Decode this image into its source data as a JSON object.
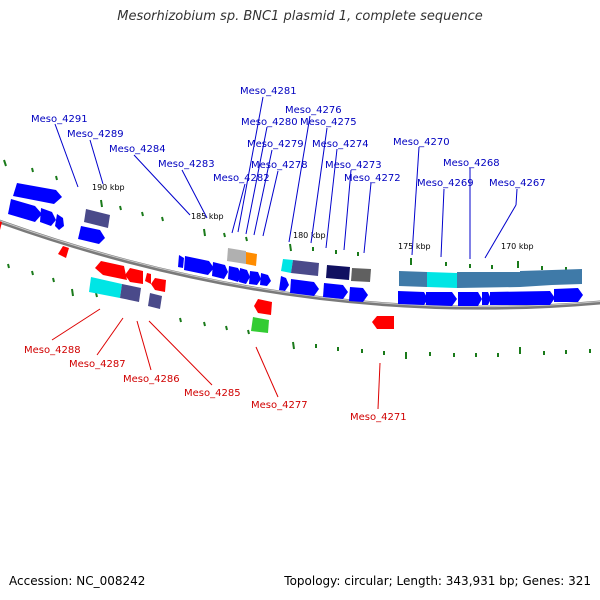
{
  "title": "Mesorhizobium sp. BNC1 plasmid 1, complete sequence",
  "footer": {
    "accession": "Accession: NC_008242",
    "summary": "Topology: circular; Length: 343,931 bp; Genes: 321"
  },
  "colors": {
    "forward_label": "#0000c0",
    "reverse_label": "#d00000",
    "backbone": "#808080",
    "tick": "#1a7a1a",
    "gene_blue": "#0000ff",
    "gene_red": "#ff0000",
    "gene_cyan": "#00e5e5",
    "gene_slate": "#4a4a8a",
    "gene_steel": "#3f7aa8",
    "gene_orange": "#ff8c00",
    "gene_green": "#33cc33",
    "gene_gray": "#b0b0b0"
  },
  "scale_labels": [
    "190 kbp",
    "185 kbp",
    "180 kbp",
    "175 kbp",
    "170 kbp"
  ],
  "forward_genes": [
    "Meso_4291",
    "Meso_4289",
    "Meso_4284",
    "Meso_4283",
    "Meso_4282",
    "Meso_4281",
    "Meso_4280",
    "Meso_4279",
    "Meso_4278",
    "Meso_4276",
    "Meso_4275",
    "Meso_4274",
    "Meso_4273",
    "Meso_4272",
    "Meso_4270",
    "Meso_4269",
    "Meso_4268",
    "Meso_4267"
  ],
  "reverse_genes": [
    "Meso_4288",
    "Meso_4287",
    "Meso_4286",
    "Meso_4285",
    "Meso_4277",
    "Meso_4271"
  ]
}
